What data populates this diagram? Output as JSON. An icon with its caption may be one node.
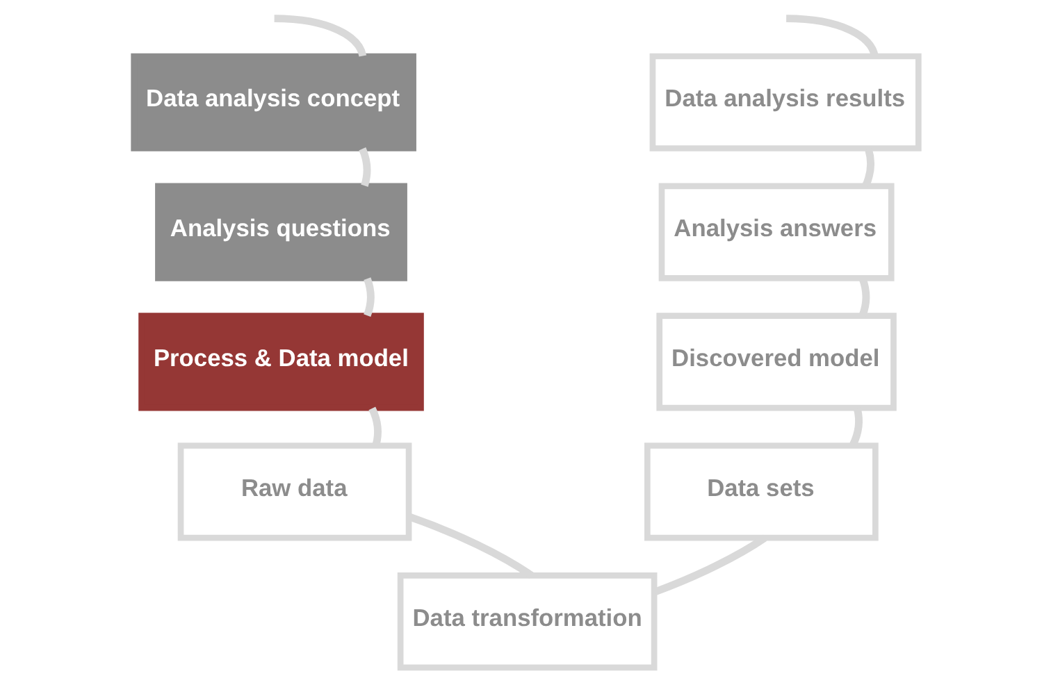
{
  "diagram": {
    "nodes": [
      {
        "text": [
          "Data analysis concept"
        ]
      },
      {
        "text": [
          "Analysis questions"
        ]
      },
      {
        "text": [
          "Process & Data model"
        ]
      },
      {
        "text": [
          "Raw data"
        ]
      },
      {
        "text": [
          "Data transformation"
        ]
      },
      {
        "text": [
          "Data sets"
        ]
      },
      {
        "text": [
          "Discovered model"
        ]
      },
      {
        "text": [
          "Analysis answers"
        ]
      },
      {
        "text": [
          "Data analysis results"
        ]
      }
    ],
    "edges": [
      {
        "from": null,
        "to": 0,
        "arrow": "none"
      },
      {
        "from": 0,
        "to": 1,
        "arrow": "none"
      },
      {
        "from": 1,
        "to": 2,
        "arrow": "none"
      },
      {
        "from": 2,
        "to": 3,
        "arrow": "none"
      },
      {
        "from": 3,
        "to": 4,
        "arrow": "none"
      },
      {
        "from": 4,
        "to": 5,
        "arrow": "none"
      },
      {
        "from": 5,
        "to": 6,
        "arrow": "none"
      },
      {
        "from": 6,
        "to": 7,
        "arrow": "none"
      },
      {
        "from": 7,
        "to": 8,
        "arrow": "none"
      },
      {
        "from": 8,
        "to": null,
        "arrow": "none"
      }
    ]
  }
}
